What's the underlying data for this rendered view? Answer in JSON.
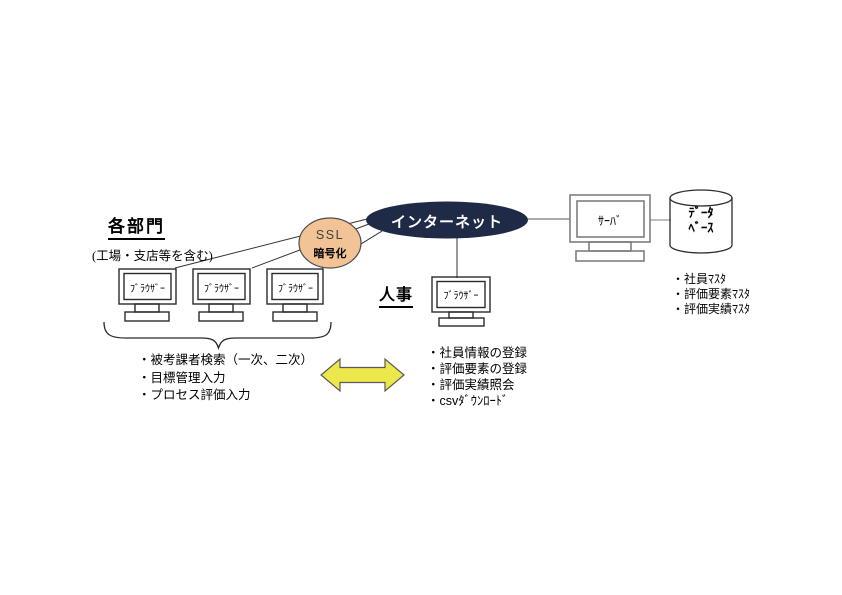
{
  "departments": {
    "title": "各部門",
    "note": "(工場・支店等を含む)",
    "browser_labels": [
      "ﾌﾞﾗｳｻﾞｰ",
      "ﾌﾞﾗｳｻﾞｰ",
      "ﾌﾞﾗｳｻﾞｰ"
    ],
    "functions": [
      "・被考課者検索（一次、二次）",
      "・目標管理入力",
      "・プロセス評価入力"
    ]
  },
  "ssl": {
    "line1": "SSL",
    "line2": "暗号化"
  },
  "internet": {
    "label": "インターネット"
  },
  "hr": {
    "title": "人事",
    "browser_label": "ﾌﾞﾗｳｻﾞｰ",
    "functions": [
      "・社員情報の登録",
      "・評価要素の登録",
      "・評価実績照会",
      "・csvﾀﾞｳﾝﾛｰﾄﾞ"
    ]
  },
  "server": {
    "label": "ｻｰﾊﾞ"
  },
  "database": {
    "label_line1": "ﾃﾞｰﾀ",
    "label_line2": "ﾍﾞｰｽ",
    "masters": [
      "・社員ﾏｽﾀ",
      "・評価要素ﾏｽﾀ",
      "・評価実績ﾏｽﾀ"
    ]
  },
  "colors": {
    "internet_fill": "#1F2A47",
    "ssl_fill": "#F2C394",
    "arrow_fill": "#ECE74B",
    "server_stroke": "#7F7F7F"
  }
}
